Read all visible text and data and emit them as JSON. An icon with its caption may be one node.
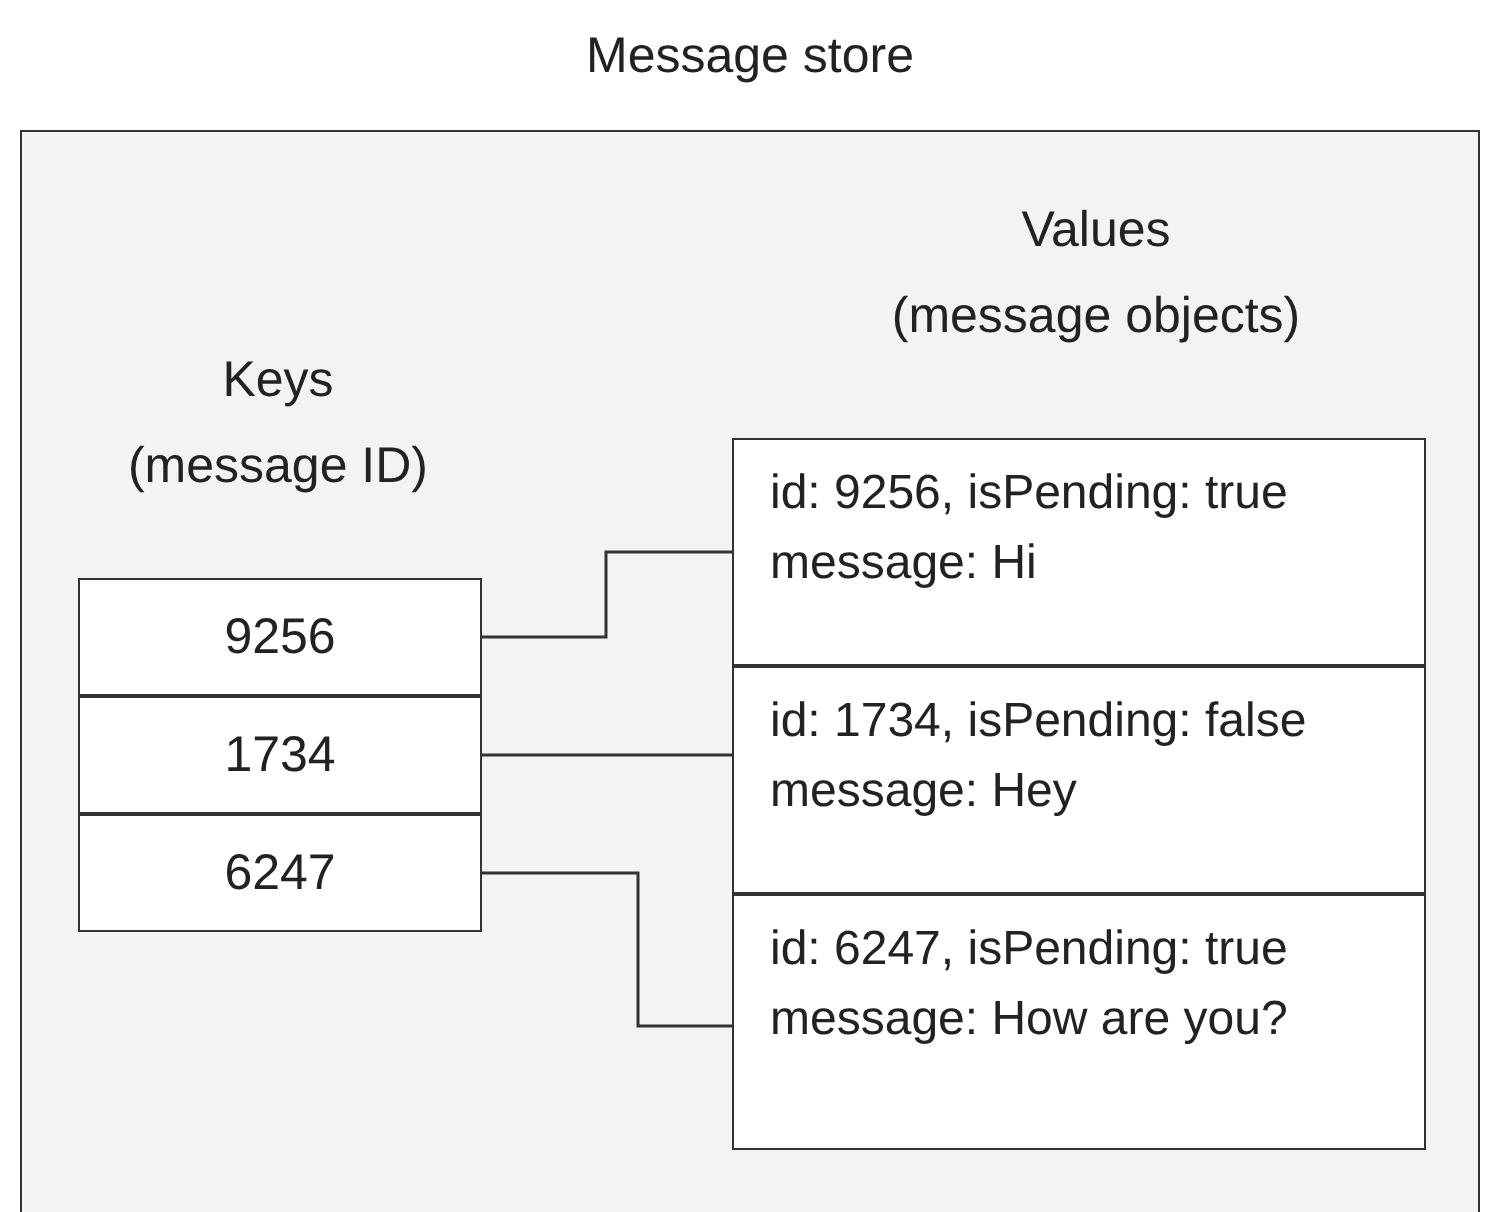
{
  "diagram": {
    "nodes": [
      {
        "text": [
          "Message store"
        ]
      },
      {
        "text": [
          "9256"
        ],
        "in": 0
      },
      {
        "text": [
          "1734"
        ],
        "in": 0
      },
      {
        "text": [
          "6247"
        ],
        "in": 0
      },
      {
        "text": [
          "id: 9256, isPending: true",
          "message: Hi"
        ],
        "in": 0
      },
      {
        "text": [
          "id: 1734, isPending: false",
          "message: Hey"
        ],
        "in": 0
      },
      {
        "text": [
          "id: 6247, isPending: true",
          "message: How are you?"
        ],
        "in": 0
      }
    ],
    "edges": [
      {
        "from": 1,
        "to": 4,
        "arrow": "none"
      },
      {
        "from": 2,
        "to": 5,
        "arrow": "none"
      },
      {
        "from": 3,
        "to": 6,
        "arrow": "none"
      }
    ],
    "labels": [
      "Values",
      "(message objects)",
      "Keys",
      "(message ID)"
    ]
  }
}
